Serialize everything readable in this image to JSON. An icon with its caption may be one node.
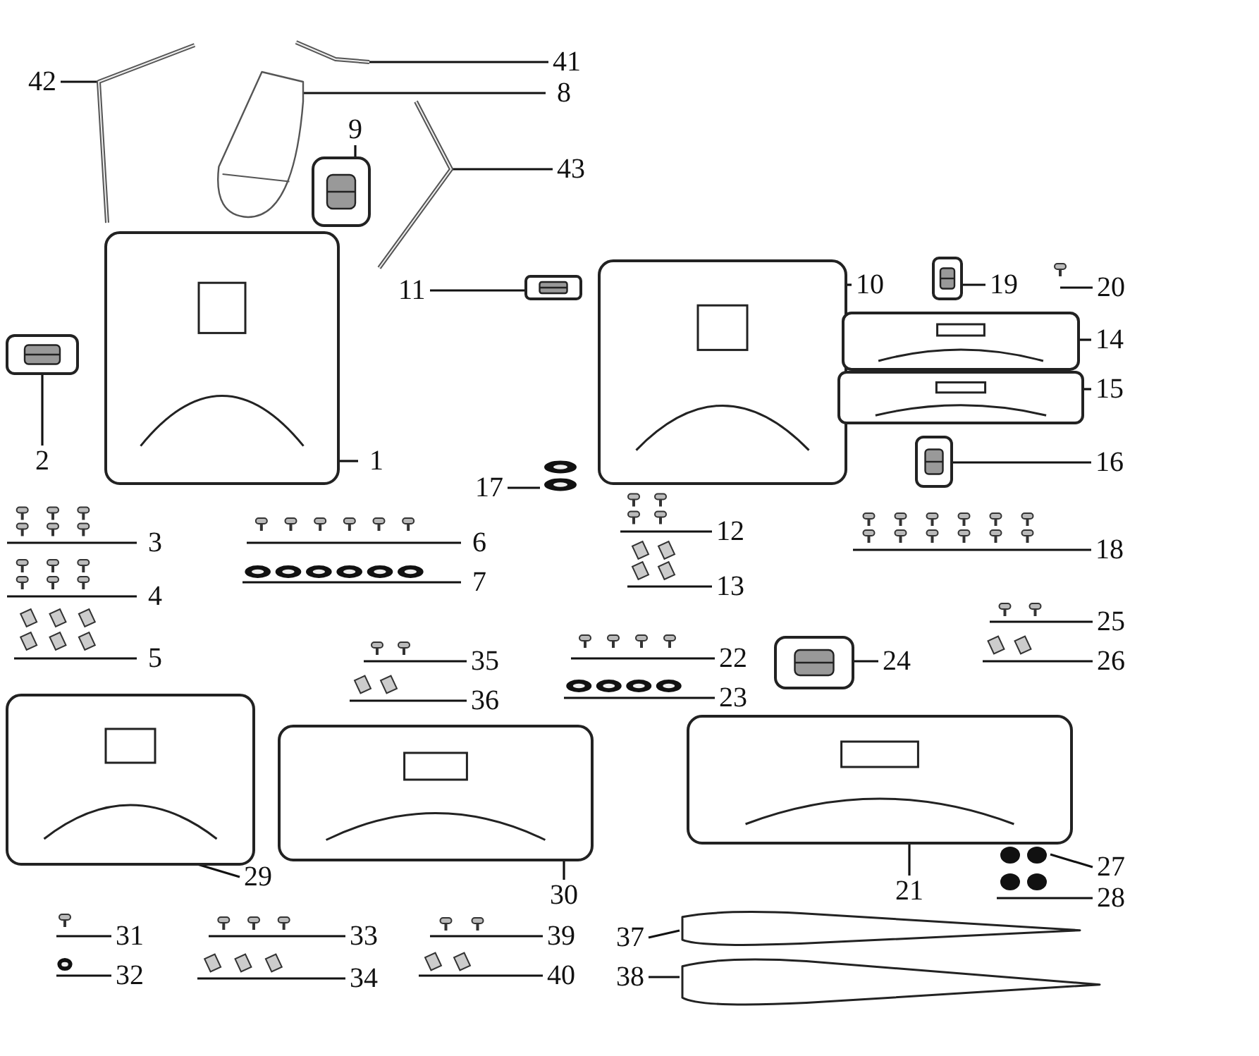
{
  "diagram": {
    "nodes": [
      {
        "text": [
          "42"
        ]
      },
      {
        "text": [],
        "shape": "picture"
      },
      {
        "text": [
          "41"
        ]
      },
      {
        "text": [],
        "shape": "picture"
      },
      {
        "text": [
          "8"
        ]
      },
      {
        "text": [],
        "shape": "picture"
      },
      {
        "text": [
          "9"
        ]
      },
      {
        "text": [],
        "shape": "picture"
      },
      {
        "text": [
          "43"
        ]
      },
      {
        "text": [],
        "shape": "picture"
      },
      {
        "text": [
          "11"
        ]
      },
      {
        "text": [],
        "shape": "picture"
      },
      {
        "text": [
          "10"
        ]
      },
      {
        "text": [],
        "shape": "picture"
      },
      {
        "text": [
          "19"
        ]
      },
      {
        "text": [],
        "shape": "picture"
      },
      {
        "text": [
          "20"
        ]
      },
      {
        "text": [],
        "shape": "picture"
      },
      {
        "text": [
          "14"
        ]
      },
      {
        "text": [],
        "shape": "picture"
      },
      {
        "text": [
          "15"
        ]
      },
      {
        "text": [],
        "shape": "picture"
      },
      {
        "text": [
          "2"
        ]
      },
      {
        "text": [],
        "shape": "picture"
      },
      {
        "text": [
          "1"
        ]
      },
      {
        "text": [],
        "shape": "picture"
      },
      {
        "text": [
          "16"
        ]
      },
      {
        "text": [],
        "shape": "picture"
      },
      {
        "text": [
          "17"
        ]
      },
      {
        "text": [],
        "shape": "picture"
      },
      {
        "text": [
          "3"
        ]
      },
      {
        "text": [],
        "shape": "picture"
      },
      {
        "text": [
          "6"
        ]
      },
      {
        "text": [],
        "shape": "picture"
      },
      {
        "text": [
          "12"
        ]
      },
      {
        "text": [],
        "shape": "picture"
      },
      {
        "text": [
          "18"
        ]
      },
      {
        "text": [],
        "shape": "picture"
      },
      {
        "text": [
          "4"
        ]
      },
      {
        "text": [],
        "shape": "picture"
      },
      {
        "text": [
          "7"
        ]
      },
      {
        "text": [],
        "shape": "picture"
      },
      {
        "text": [
          "13"
        ]
      },
      {
        "text": [],
        "shape": "picture"
      },
      {
        "text": [
          "5"
        ]
      },
      {
        "text": [],
        "shape": "picture"
      },
      {
        "text": [
          "35"
        ]
      },
      {
        "text": [],
        "shape": "picture"
      },
      {
        "text": [
          "22"
        ]
      },
      {
        "text": [],
        "shape": "picture"
      },
      {
        "text": [
          "25"
        ]
      },
      {
        "text": [],
        "shape": "picture"
      },
      {
        "text": [
          "24"
        ]
      },
      {
        "text": [],
        "shape": "picture"
      },
      {
        "text": [
          "26"
        ]
      },
      {
        "text": [],
        "shape": "picture"
      },
      {
        "text": [
          "36"
        ]
      },
      {
        "text": [],
        "shape": "picture"
      },
      {
        "text": [
          "23"
        ]
      },
      {
        "text": [],
        "shape": "picture"
      },
      {
        "text": [
          "29"
        ]
      },
      {
        "text": [],
        "shape": "picture"
      },
      {
        "text": [
          "30"
        ]
      },
      {
        "text": [],
        "shape": "picture"
      },
      {
        "text": [
          "21"
        ]
      },
      {
        "text": [],
        "shape": "picture"
      },
      {
        "text": [
          "27"
        ]
      },
      {
        "text": [],
        "shape": "picture"
      },
      {
        "text": [
          "28"
        ]
      },
      {
        "text": [],
        "shape": "picture"
      },
      {
        "text": [
          "31"
        ]
      },
      {
        "text": [],
        "shape": "picture"
      },
      {
        "text": [
          "33"
        ]
      },
      {
        "text": [],
        "shape": "picture"
      },
      {
        "text": [
          "39"
        ]
      },
      {
        "text": [],
        "shape": "picture"
      },
      {
        "text": [
          "37"
        ]
      },
      {
        "text": [],
        "shape": "picture"
      },
      {
        "text": [
          "32"
        ]
      },
      {
        "text": [],
        "shape": "picture"
      },
      {
        "text": [
          "34"
        ]
      },
      {
        "text": [],
        "shape": "picture"
      },
      {
        "text": [
          "40"
        ]
      },
      {
        "text": [],
        "shape": "picture"
      },
      {
        "text": [
          "38"
        ]
      },
      {
        "text": [],
        "shape": "picture"
      }
    ],
    "edges": [
      {
        "from": 0,
        "to": 1,
        "arrow": "none"
      },
      {
        "from": 2,
        "to": 3,
        "arrow": "none"
      },
      {
        "from": 4,
        "to": 5,
        "arrow": "none"
      },
      {
        "from": 6,
        "to": 7,
        "arrow": "none"
      },
      {
        "from": 8,
        "to": 9,
        "arrow": "none"
      },
      {
        "from": 10,
        "to": 11,
        "arrow": "none"
      },
      {
        "from": 12,
        "to": 13,
        "arrow": "none"
      },
      {
        "from": 14,
        "to": 15,
        "arrow": "none"
      },
      {
        "from": 16,
        "to": 17,
        "arrow": "none"
      },
      {
        "from": 18,
        "to": 19,
        "arrow": "none"
      },
      {
        "from": 20,
        "to": 21,
        "arrow": "none"
      },
      {
        "from": 22,
        "to": 23,
        "arrow": "none"
      },
      {
        "from": 24,
        "to": 25,
        "arrow": "none"
      },
      {
        "from": 26,
        "to": 27,
        "arrow": "none"
      },
      {
        "from": 28,
        "to": 29,
        "arrow": "none"
      },
      {
        "from": 30,
        "to": 31,
        "arrow": "none"
      },
      {
        "from": 32,
        "to": 33,
        "arrow": "none"
      },
      {
        "from": 34,
        "to": 35,
        "arrow": "none"
      },
      {
        "from": 36,
        "to": 37,
        "arrow": "none"
      },
      {
        "from": 38,
        "to": 39,
        "arrow": "none"
      },
      {
        "from": 40,
        "to": 41,
        "arrow": "none"
      },
      {
        "from": 42,
        "to": 43,
        "arrow": "none"
      },
      {
        "from": 44,
        "to": 45,
        "arrow": "none"
      },
      {
        "from": 46,
        "to": 47,
        "arrow": "none"
      },
      {
        "from": 48,
        "to": 49,
        "arrow": "none"
      },
      {
        "from": 50,
        "to": 51,
        "arrow": "none"
      },
      {
        "from": 52,
        "to": 53,
        "arrow": "none"
      },
      {
        "from": 54,
        "to": 55,
        "arrow": "none"
      },
      {
        "from": 56,
        "to": 57,
        "arrow": "none"
      },
      {
        "from": 58,
        "to": 59,
        "arrow": "none"
      },
      {
        "from": 60,
        "to": 61,
        "arrow": "none"
      },
      {
        "from": 62,
        "to": 63,
        "arrow": "none"
      },
      {
        "from": 64,
        "to": 65,
        "arrow": "none"
      },
      {
        "from": 66,
        "to": 67,
        "arrow": "none"
      },
      {
        "from": 68,
        "to": 69,
        "arrow": "none"
      },
      {
        "from": 70,
        "to": 71,
        "arrow": "none"
      },
      {
        "from": 72,
        "to": 73,
        "arrow": "none"
      },
      {
        "from": 74,
        "to": 75,
        "arrow": "none"
      },
      {
        "from": 76,
        "to": 77,
        "arrow": "none"
      },
      {
        "from": 78,
        "to": 79,
        "arrow": "none"
      },
      {
        "from": 80,
        "to": 81,
        "arrow": "none"
      },
      {
        "from": 82,
        "to": 83,
        "arrow": "none"
      },
      {
        "from": 84,
        "to": 85,
        "arrow": "none"
      }
    ]
  }
}
